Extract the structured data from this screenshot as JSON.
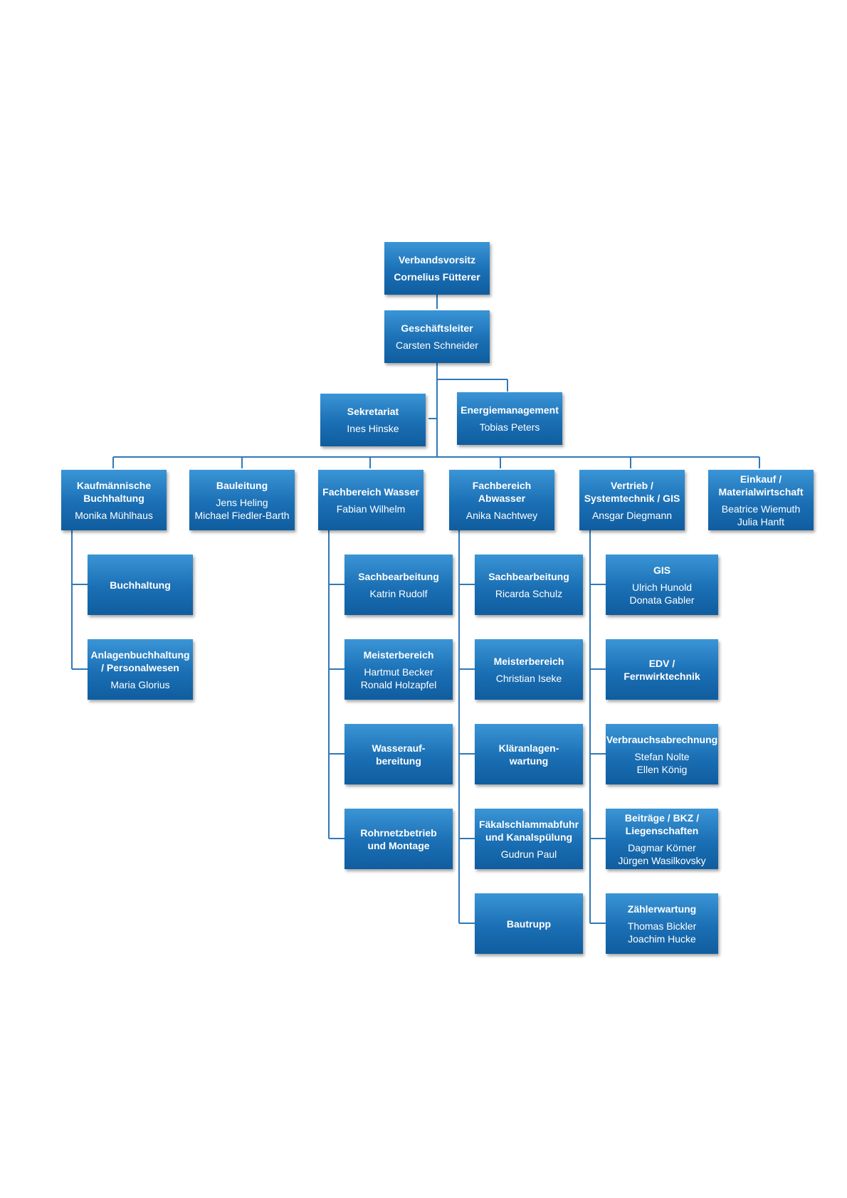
{
  "nodes": {
    "verbandsvorsitz": {
      "title": "Verbandsvorsitz",
      "people": "Cornelius Fütterer"
    },
    "geschaeftsleiter": {
      "title": "Geschäftsleiter",
      "people": "Carsten Schneider"
    },
    "sekretariat": {
      "title": "Sekretariat",
      "people": "Ines Hinske"
    },
    "energiemanagement": {
      "title": "Energiemanagement",
      "people": "Tobias Peters"
    },
    "kaufm_buchhaltung": {
      "title": "Kaufmännische\nBuchhaltung",
      "people": "Monika Mühlhaus"
    },
    "bauleitung": {
      "title": "Bauleitung",
      "people": "Jens Heling\nMichael Fiedler-Barth"
    },
    "fachbereich_wasser": {
      "title": "Fachbereich Wasser",
      "people": "Fabian Wilhelm"
    },
    "fachbereich_abwasser": {
      "title": "Fachbereich\nAbwasser",
      "people": "Anika Nachtwey"
    },
    "vertrieb": {
      "title": "Vertrieb /\nSystemtechnik / GIS",
      "people": "Ansgar Diegmann"
    },
    "einkauf": {
      "title": "Einkauf /\nMaterialwirtschaft",
      "people": "Beatrice Wiemuth\nJulia Hanft"
    },
    "buchhaltung": {
      "title": "Buchhaltung",
      "people": ""
    },
    "anlagenbuchhaltung": {
      "title": "Anlagenbuchhaltung\n/ Personalwesen",
      "people": "Maria Glorius"
    },
    "wasser_sachbearbeitung": {
      "title": "Sachbearbeitung",
      "people": "Katrin Rudolf"
    },
    "wasser_meisterbereich": {
      "title": "Meisterbereich",
      "people": "Hartmut Becker\nRonald Holzapfel"
    },
    "wasseraufbereitung": {
      "title": "Wasserauf-\nbereitung",
      "people": ""
    },
    "rohrnetzbetrieb": {
      "title": "Rohrnetzbetrieb\nund Montage",
      "people": ""
    },
    "abwasser_sachbearbeitung": {
      "title": "Sachbearbeitung",
      "people": "Ricarda Schulz"
    },
    "abwasser_meisterbereich": {
      "title": "Meisterbereich",
      "people": "Christian Iseke"
    },
    "klaeranlagenwartung": {
      "title": "Kläranlagen-\nwartung",
      "people": ""
    },
    "faekalschlamm": {
      "title": "Fäkalschlammabfuhr\nund Kanalspülung",
      "people": "Gudrun Paul"
    },
    "bautrupp": {
      "title": "Bautrupp",
      "people": ""
    },
    "gis": {
      "title": "GIS",
      "people": "Ulrich Hunold\nDonata Gabler"
    },
    "edv": {
      "title": "EDV /\nFernwirktechnik",
      "people": ""
    },
    "verbrauchsabrechnung": {
      "title": "Verbrauchsabrechnung",
      "people": "Stefan Nolte\nEllen König"
    },
    "beitraege": {
      "title": "Beiträge / BKZ /\nLiegenschaften",
      "people": "Dagmar Körner\nJürgen Wasilkovsky"
    },
    "zaehlerwartung": {
      "title": "Zählerwartung",
      "people": "Thomas Bickler\nJoachim Hucke"
    }
  },
  "colors": {
    "box": "#1b6fb4",
    "line": "#2f79b9",
    "text": "#ffffff"
  }
}
